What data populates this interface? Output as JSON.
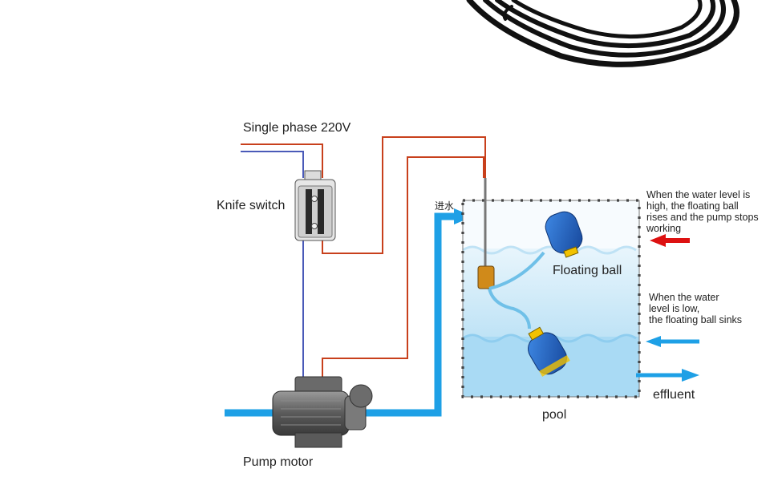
{
  "labels": {
    "power": "Single phase 220V",
    "knife_switch": "Knife switch",
    "pump_motor": "Pump motor",
    "inlet": "进水",
    "floating_ball": "Floating ball",
    "pool": "pool",
    "effluent": "effluent",
    "high_note": [
      "When the water level is",
      "high, the floating ball",
      "rises and the pump stops",
      "working"
    ],
    "low_note": [
      "When the water",
      "level is low,",
      "the floating ball sinks"
    ]
  },
  "colors": {
    "live_wire": "#c8401c",
    "neutral_wire": "#4a5ab8",
    "pipe": "#1ea0e6",
    "water": "#cfeaf8",
    "float_body": "#1f64c8",
    "float_cap": "#f2c200",
    "arrow_high": "#dd1111",
    "arrow_flow": "#1ea0e6",
    "cable": "#111111"
  },
  "icons": {
    "switch": "knife-switch-icon",
    "pump": "pump-motor-icon",
    "float": "float-ball-icon",
    "cable": "cable-coil-icon"
  }
}
